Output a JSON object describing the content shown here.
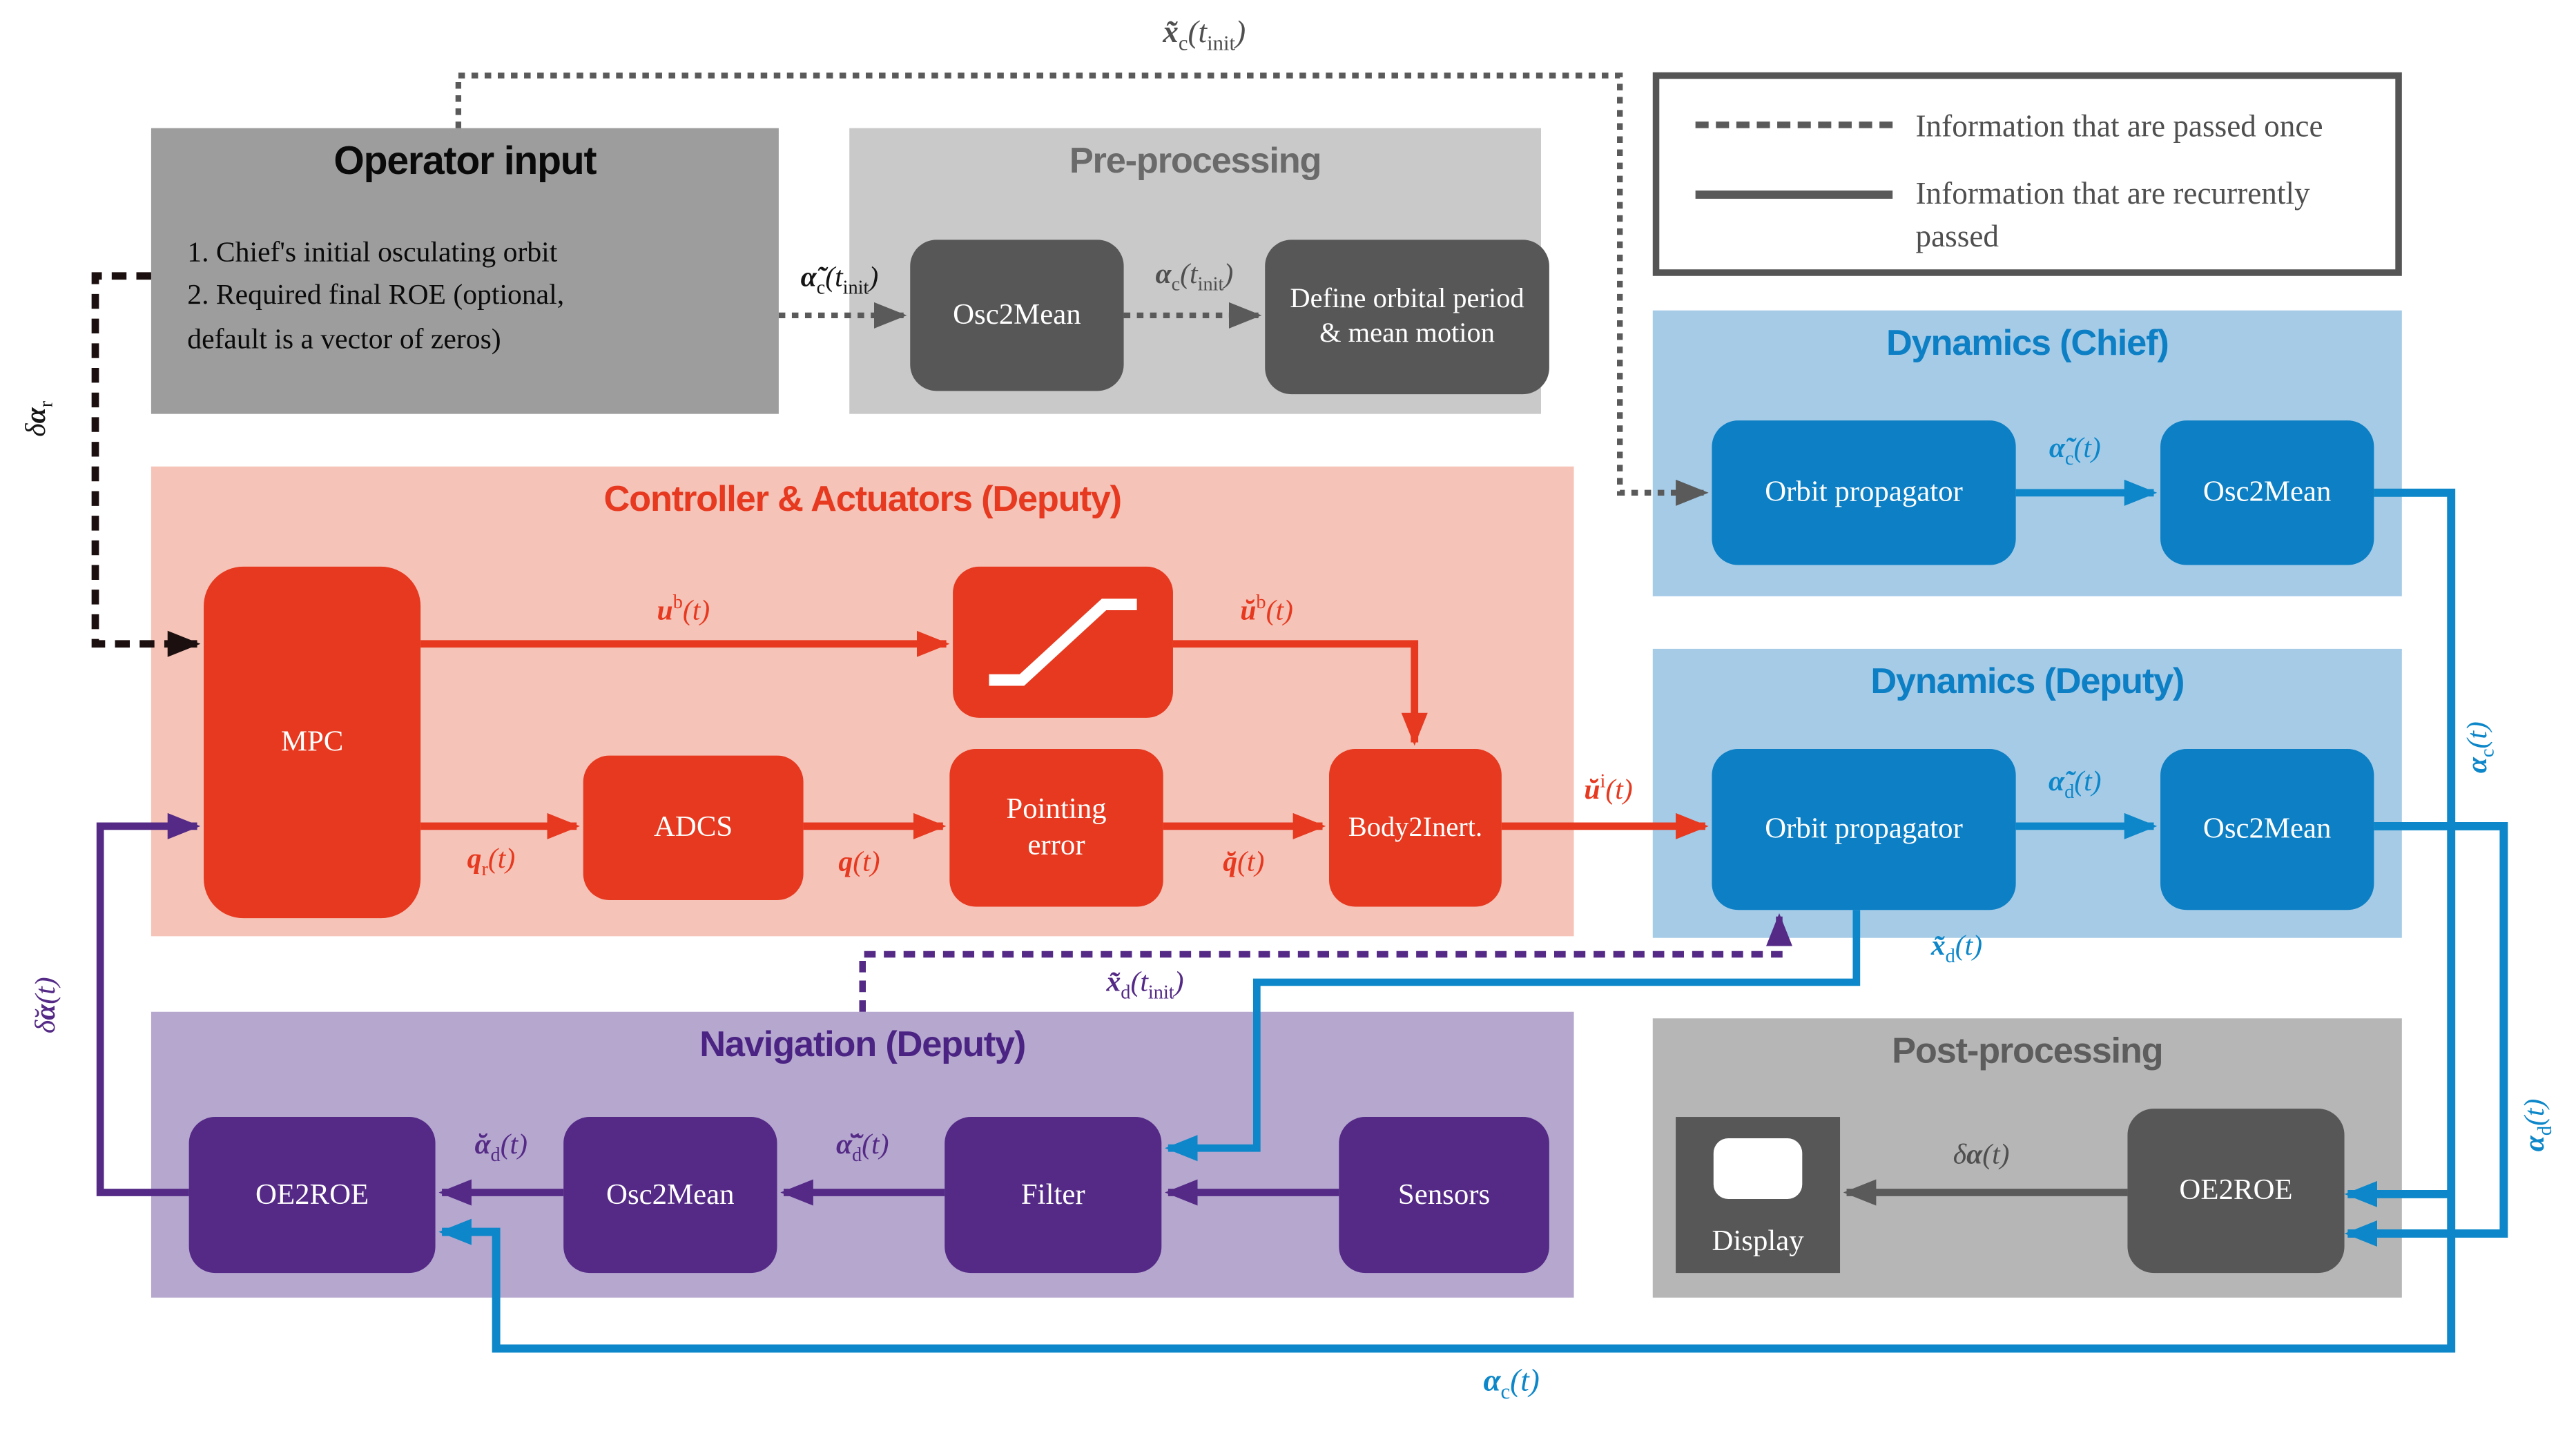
{
  "operator_input": {
    "title": "Operator input",
    "line1": "1. Chief's initial osculating orbit",
    "line2": "2. Required final ROE (optional,",
    "line3": "default is a vector of zeros)"
  },
  "pre_processing": {
    "title": "Pre-processing",
    "osc2mean": "Osc2Mean",
    "define_orbital": "Define orbital period & mean motion"
  },
  "legend": {
    "once": "Information that are passed once",
    "recurrent": "Information that are recurrently passed"
  },
  "dynamics_chief": {
    "title": "Dynamics (Chief)",
    "orbit_propagator": "Orbit propagator",
    "osc2mean": "Osc2Mean"
  },
  "controller": {
    "title": "Controller & Actuators (Deputy)",
    "mpc": "MPC",
    "adcs": "ADCS",
    "pointing_error": "Pointing error",
    "body2inert": "Body2Inert."
  },
  "dynamics_deputy": {
    "title": "Dynamics (Deputy)",
    "orbit_propagator": "Orbit propagator",
    "osc2mean": "Osc2Mean"
  },
  "navigation": {
    "title": "Navigation (Deputy)",
    "oe2roe": "OE2ROE",
    "osc2mean": "Osc2Mean",
    "filter": "Filter",
    "sensors": "Sensors"
  },
  "post_processing": {
    "title": "Post-processing",
    "display": "Display",
    "oe2roe": "OE2ROE"
  },
  "signals": {
    "x_c_init": "<b>x̃</b><sub>c</sub>(t<sub>init</sub>)",
    "alpha_c_init_osc": "<b>α̃</b><sub>c</sub>(t<sub>init</sub>)",
    "alpha_c_init_mean": "<b>α</b><sub>c</sub>(t<sub>init</sub>)",
    "delta_alpha_r": "δ<b>α</b><sub>r</sub>",
    "u_b": "<b>u</b><sup>b</sup>(t)",
    "u_b_breve": "<b>ŭ</b><sup>b</sup>(t)",
    "q_r": "<b>q</b><sub>r</sub>(t)",
    "q": "<b>q</b>(t)",
    "q_breve": "<b>q̆</b>(t)",
    "u_i_breve": "<b>ŭ</b><sup>i</sup>(t)",
    "alpha_c_tilde": "<b>α̃</b><sub>c</sub>(t)",
    "alpha_d_tilde": "<b>α̃</b><sub>d</sub>(t)",
    "x_d": "<b>x̃</b><sub>d</sub>(t)",
    "x_d_init": "<b>x̃</b><sub>d</sub>(t<sub>init</sub>)",
    "alpha_d_tilde_breve": "<b>α̃̆</b><sub>d</sub>(t)",
    "alpha_d_breve": "<b>ᾰ</b><sub>d</sub>(t)",
    "delta_alpha_breve": "δ̆<b>α</b>(t)",
    "delta_alpha": "δ<b>α</b>(t)",
    "alpha_c": "<b>α</b><sub>c</sub>(t)",
    "alpha_d": "<b>α</b><sub>d</sub>(t)"
  },
  "colors": {
    "red_accent": "#e6391f",
    "red_panel": "#f5c3b8",
    "blue_accent": "#0d7fc4",
    "blue_line": "#0d87c9",
    "blue_panel": "#a5cbe7",
    "purple_accent": "#542a86",
    "purple_panel": "#b6a7cf",
    "gray_dark_block": "#575757",
    "gray_operator_panel": "#9d9d9d",
    "gray_pre_panel": "#c9c9c9",
    "gray_post_panel": "#b6b6b6",
    "gray_line": "#5a5a5a",
    "black_line": "#151515"
  }
}
